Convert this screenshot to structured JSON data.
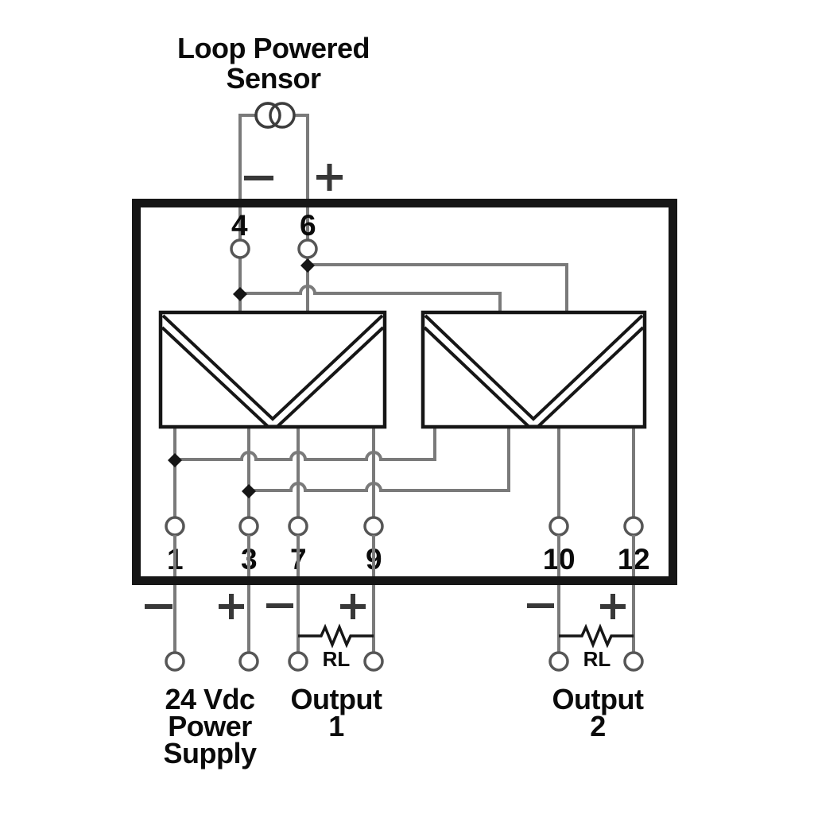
{
  "diagram_type": "wiring-connection-diagram",
  "sensor": {
    "title": [
      "Loop Powered",
      "Sensor"
    ],
    "symbol": "current-source (two overlapping circles)",
    "polarity": {
      "left": "−",
      "right": "+"
    }
  },
  "terminals": {
    "top": [
      "4",
      "6"
    ],
    "bottom": [
      "1",
      "3",
      "7",
      "9",
      "10",
      "12"
    ]
  },
  "isolators": [
    {
      "name": "isolator-channel-1",
      "symbol": "double-V chevron block"
    },
    {
      "name": "isolator-channel-2",
      "symbol": "double-V chevron block"
    }
  ],
  "polarity_marks": {
    "power_supply": {
      "terminal_1": "−",
      "terminal_3": "+"
    },
    "output1": {
      "terminal_7": "−",
      "terminal_9": "+"
    },
    "output2": {
      "terminal_10": "−",
      "terminal_12": "+"
    }
  },
  "resistors": [
    {
      "label": "RL"
    },
    {
      "label": "RL"
    }
  ],
  "labels": {
    "power": [
      "24 Vdc",
      "Power",
      "Supply"
    ],
    "output1": [
      "Output",
      "1"
    ],
    "output2": [
      "Output",
      "2"
    ]
  },
  "colors": {
    "background": "#ffffff",
    "wire": "#7a7a7a",
    "outline": "#161616",
    "terminal_ring": "#565656",
    "text": "#0b0b0b"
  }
}
